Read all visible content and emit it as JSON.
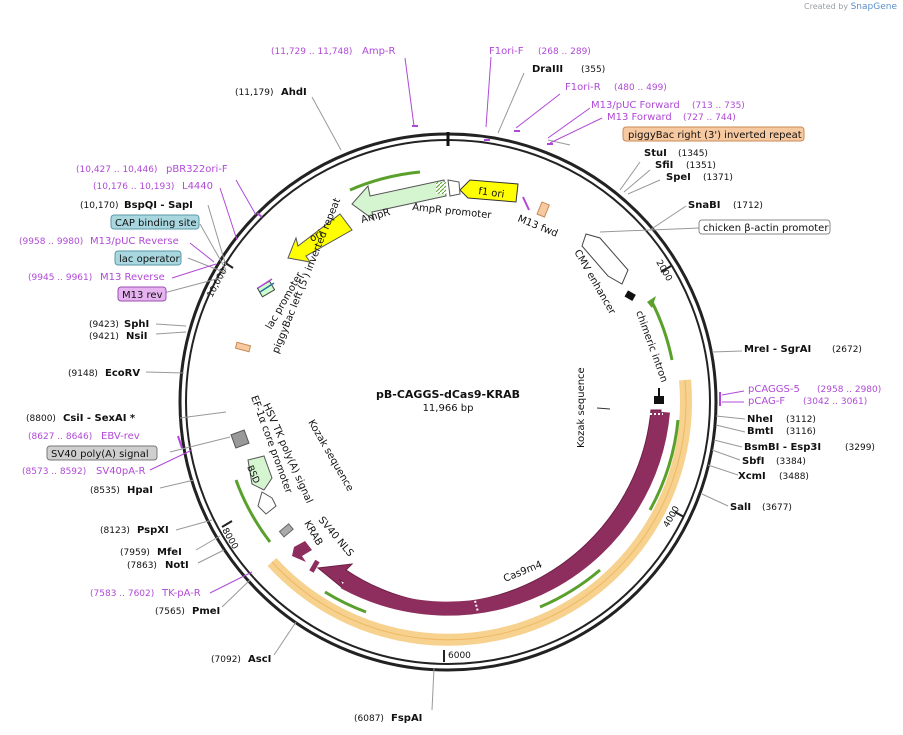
{
  "brand": {
    "prefix": "Created by",
    "name": "SnapGene"
  },
  "plasmid": {
    "name": "pB-CAGGS-dCas9-KRAB",
    "length_label": "11,966 bp",
    "length": 11966
  },
  "ticks": [
    {
      "pos": 2000,
      "label": "2000"
    },
    {
      "pos": 4000,
      "label": "4000"
    },
    {
      "pos": 6000,
      "label": "6000"
    },
    {
      "pos": 8000,
      "label": "8000"
    },
    {
      "pos": 10000,
      "label": "10,000"
    }
  ],
  "enzymes": [
    {
      "name": "AhdI",
      "coord": "(11,179)"
    },
    {
      "name": "DraIII",
      "coord": "(355)"
    },
    {
      "name": "StuI",
      "coord": "(1345)"
    },
    {
      "name": "SfiI",
      "coord": "(1351)"
    },
    {
      "name": "SpeI",
      "coord": "(1371)"
    },
    {
      "name": "SnaBI",
      "coord": "(1712)"
    },
    {
      "name": "MreI - SgrAI",
      "coord": "(2672)"
    },
    {
      "name": "NheI",
      "coord": "(3112)"
    },
    {
      "name": "BmtI",
      "coord": "(3116)"
    },
    {
      "name": "BsmBI - Esp3I",
      "coord": "(3299)"
    },
    {
      "name": "SbfI",
      "coord": "(3384)"
    },
    {
      "name": "XcmI",
      "coord": "(3488)"
    },
    {
      "name": "SalI",
      "coord": "(3677)"
    },
    {
      "name": "FspAI",
      "coord": "(6087)"
    },
    {
      "name": "AscI",
      "coord": "(7092)"
    },
    {
      "name": "PmeI",
      "coord": "(7565)"
    },
    {
      "name": "NotI",
      "coord": "(7863)"
    },
    {
      "name": "MfeI",
      "coord": "(7959)"
    },
    {
      "name": "PspXI",
      "coord": "(8123)"
    },
    {
      "name": "HpaI",
      "coord": "(8535)"
    },
    {
      "name": "CsiI - SexAI *",
      "coord": "(8800)"
    },
    {
      "name": "EcoRV",
      "coord": "(9148)"
    },
    {
      "name": "NsiI",
      "coord": "(9421)"
    },
    {
      "name": "SphI",
      "coord": "(9423)"
    },
    {
      "name": "BspQI - SapI",
      "coord": "(10,170)"
    }
  ],
  "primers": [
    {
      "name": "Amp-R",
      "coord": "(11,729 .. 11,748)"
    },
    {
      "name": "F1ori-F",
      "coord": "(268 .. 289)"
    },
    {
      "name": "F1ori-R",
      "coord": "(480 .. 499)"
    },
    {
      "name": "M13/pUC Forward",
      "coord": "(713 .. 735)"
    },
    {
      "name": "M13 Forward",
      "coord": "(727 .. 744)"
    },
    {
      "name": "pCAGGS-5",
      "coord": "(2958 .. 2980)"
    },
    {
      "name": "pCAG-F",
      "coord": "(3042 .. 3061)"
    },
    {
      "name": "EBV-rev",
      "coord": "(8627 .. 8646)"
    },
    {
      "name": "SV40pA-R",
      "coord": "(8573 .. 8592)"
    },
    {
      "name": "TK-pA-R",
      "coord": "(7583 .. 7602)"
    },
    {
      "name": "pBR322ori-F",
      "coord": "(10,427 .. 10,446)"
    },
    {
      "name": "L4440",
      "coord": "(10,176 .. 10,193)"
    },
    {
      "name": "M13/pUC Reverse",
      "coord": "(9958 .. 9980)"
    },
    {
      "name": "M13 Reverse",
      "coord": "(9945 .. 9961)"
    }
  ],
  "boxed_labels": [
    {
      "name": "piggyBac right (3') inverted repeat",
      "fill": "#f7c9a0",
      "stroke": "#c98a55"
    },
    {
      "name": "chicken β-actin promoter",
      "fill": "#ffffff",
      "stroke": "#888888"
    },
    {
      "name": "CAP binding site",
      "fill": "#a9d7e0",
      "stroke": "#5a9aa8"
    },
    {
      "name": "lac operator",
      "fill": "#a9d7e0",
      "stroke": "#5a9aa8"
    },
    {
      "name": "M13 rev",
      "fill": "#e6b3f0",
      "stroke": "#9a4fb0"
    },
    {
      "name": "SV40 poly(A) signal",
      "fill": "#cfcfcf",
      "stroke": "#777777"
    }
  ],
  "feature_labels": [
    "M13 fwd",
    "f1 ori",
    "AmpR promoter",
    "AmpR",
    "ori",
    "lac promoter",
    "piggyBac left (5') inverted repeat",
    "CMV enhancer",
    "chimeric intron",
    "Kozak sequence",
    "Cas9m4",
    "SV40 NLS",
    "KRAB",
    "HSV TK poly(A) signal",
    "EF-1α core promoter",
    "Kozak sequence",
    "BSD"
  ],
  "colors": {
    "cas9": "#8e2e5e",
    "orf_highlight": "#f6c97a",
    "green_arrow": "#5aa02c",
    "ampr": "#d5f5d1",
    "ori": "#ffff00",
    "primer": "#b04ad6",
    "backbone": "#222222"
  }
}
